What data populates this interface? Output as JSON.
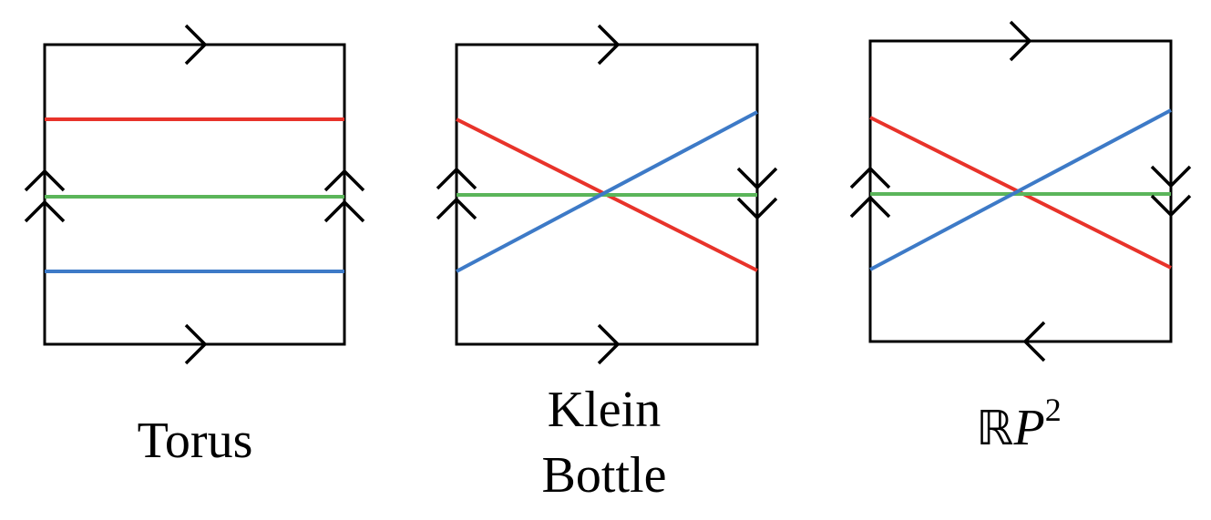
{
  "colors": {
    "frame": "#000000",
    "red": "#e8332a",
    "green": "#5bb55a",
    "blue": "#3d7ac7"
  },
  "panels": [
    {
      "id": "torus",
      "caption_lines": [
        "Torus"
      ],
      "edge_arrows": {
        "top": "right",
        "bottom": "right",
        "left": "up-double",
        "right": "up-double"
      },
      "lines": [
        "red horizontal",
        "green horizontal",
        "blue horizontal"
      ]
    },
    {
      "id": "klein",
      "caption_lines": [
        "Klein",
        "Bottle"
      ],
      "edge_arrows": {
        "top": "right",
        "bottom": "right",
        "left": "up-double",
        "right": "down-double"
      },
      "lines": [
        "red diagonal down",
        "green horizontal",
        "blue diagonal up"
      ]
    },
    {
      "id": "rp2",
      "caption": {
        "bb": "ℝ",
        "var": "P",
        "exp": "2"
      },
      "edge_arrows": {
        "top": "right",
        "bottom": "left",
        "left": "up-double",
        "right": "down-double"
      },
      "lines": [
        "red diagonal down",
        "green horizontal",
        "blue diagonal up"
      ]
    }
  ]
}
